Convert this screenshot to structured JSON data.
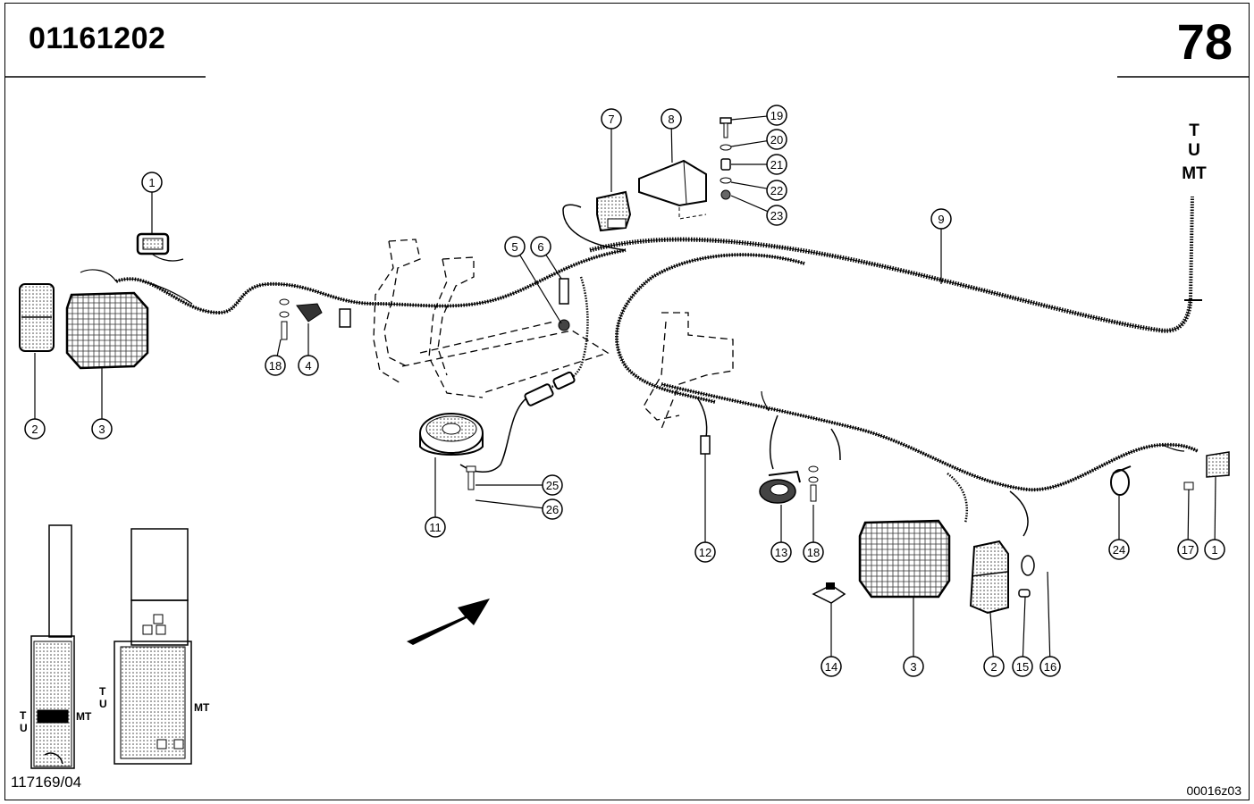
{
  "header": {
    "part_number": "01161202",
    "page_number": "78"
  },
  "footer": {
    "drawing_ref": "117169/04",
    "image_code": "00016z03"
  },
  "variant_labels": {
    "t": "T",
    "u": "U",
    "mt": "MT"
  },
  "callouts": [
    "1",
    "2",
    "3",
    "18",
    "4",
    "5",
    "6",
    "7",
    "8",
    "19",
    "20",
    "21",
    "22",
    "23",
    "9",
    "11",
    "25",
    "26",
    "12",
    "13",
    "18",
    "3",
    "2",
    "15",
    "16",
    "14",
    "24",
    "17",
    "1"
  ]
}
